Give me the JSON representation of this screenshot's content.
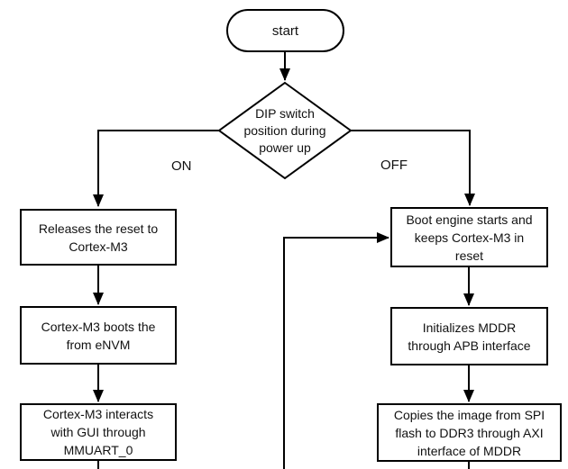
{
  "flowchart": {
    "colors": {
      "line": "#000000",
      "node_fill": "#ffffff",
      "text": "#111111",
      "background": "#ffffff"
    },
    "start": {
      "label": "start"
    },
    "decision": {
      "lines": [
        "DIP switch",
        "position during",
        "power up"
      ]
    },
    "branch_labels": {
      "on": "ON",
      "off": "OFF"
    },
    "left_column": [
      {
        "lines": [
          "Releases the reset to",
          "Cortex-M3"
        ]
      },
      {
        "lines": [
          "Cortex-M3 boots the",
          "from eNVM"
        ]
      },
      {
        "lines": [
          "Cortex-M3 interacts",
          "with GUI through",
          "MMUART_0"
        ]
      }
    ],
    "right_column": [
      {
        "lines": [
          "Boot engine starts and",
          "keeps Cortex-M3 in",
          "reset"
        ]
      },
      {
        "lines": [
          "Initializes MDDR",
          "through APB interface"
        ]
      },
      {
        "lines": [
          "Copies the image from SPI",
          "flash to DDR3 through AXI",
          "interface of MDDR"
        ]
      }
    ]
  }
}
